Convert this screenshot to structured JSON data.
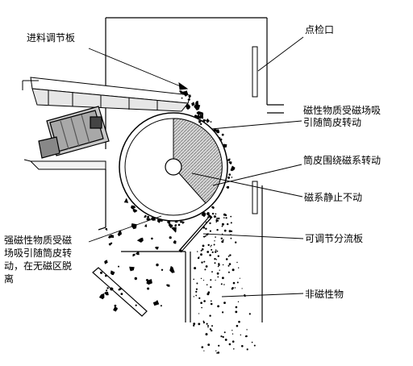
{
  "labels": {
    "feed_adjust_plate": "进料调节板",
    "inspection_port": "点检口",
    "magnetic_attracted_line1": "磁性物质受磁场吸",
    "magnetic_attracted_line2": "引随筒皮转动",
    "shell_rotates": "筒皮围绕磁系转动",
    "magnet_stationary": "磁系静止不动",
    "adjustable_splitter": "可调节分流板",
    "non_magnetic": "非磁性物",
    "strong_magnetic_line1": "强磁性物质受磁",
    "strong_magnetic_line2": "场吸引随筒皮转",
    "strong_magnetic_line3": "动，在无磁区脱",
    "strong_magnetic_line4": "离"
  }
}
